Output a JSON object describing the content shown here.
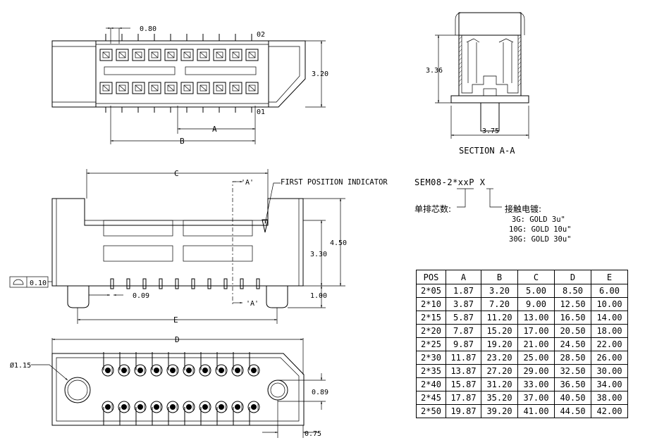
{
  "top_view": {
    "pitch": "0.80",
    "offset_top": "02",
    "offset_bottom": "01",
    "height": "3.20",
    "dim_a": "A",
    "dim_b": "B"
  },
  "section_view": {
    "height": "3.36",
    "width": "3.75",
    "title": "SECTION A-A"
  },
  "front_view": {
    "dim_c": "C",
    "section_mark_top": "'A'",
    "section_mark_bottom": "'A'",
    "first_position": "FIRST POSITION INDICATOR",
    "body_height": "3.30",
    "total_height": "4.50",
    "flatness": "0.10",
    "pin_tol": "0.09",
    "peg_length": "1.00",
    "dim_e": "E"
  },
  "bottom_view": {
    "dim_d": "D",
    "hole_dia": "Ø1.15",
    "peg_offset_y": "0.89",
    "peg_offset_x": "0.75"
  },
  "part_number": {
    "prefix": "SEM08-2*",
    "positions": "xx",
    "mid": "P ",
    "plating": "X",
    "cores_label": "单排芯数:",
    "plating_label": "接触电镀:",
    "options": [
      "3G: GOLD 3u\"",
      "10G: GOLD 10u\"",
      "30G: GOLD 30u\""
    ]
  },
  "table": {
    "headers": [
      "POS",
      "A",
      "B",
      "C",
      "D",
      "E"
    ],
    "rows": [
      [
        "2*05",
        "1.87",
        "3.20",
        "5.00",
        "8.50",
        "6.00"
      ],
      [
        "2*10",
        "3.87",
        "7.20",
        "9.00",
        "12.50",
        "10.00"
      ],
      [
        "2*15",
        "5.87",
        "11.20",
        "13.00",
        "16.50",
        "14.00"
      ],
      [
        "2*20",
        "7.87",
        "15.20",
        "17.00",
        "20.50",
        "18.00"
      ],
      [
        "2*25",
        "9.87",
        "19.20",
        "21.00",
        "24.50",
        "22.00"
      ],
      [
        "2*30",
        "11.87",
        "23.20",
        "25.00",
        "28.50",
        "26.00"
      ],
      [
        "2*35",
        "13.87",
        "27.20",
        "29.00",
        "32.50",
        "30.00"
      ],
      [
        "2*40",
        "15.87",
        "31.20",
        "33.00",
        "36.50",
        "34.00"
      ],
      [
        "2*45",
        "17.87",
        "35.20",
        "37.00",
        "40.50",
        "38.00"
      ],
      [
        "2*50",
        "19.87",
        "39.20",
        "41.00",
        "44.50",
        "42.00"
      ]
    ]
  }
}
